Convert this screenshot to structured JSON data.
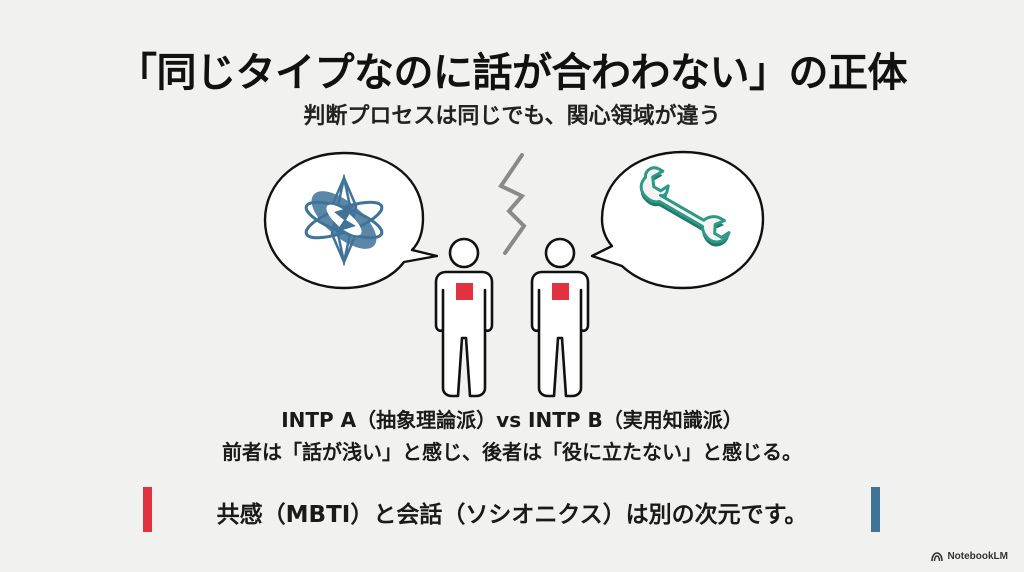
{
  "slide": {
    "title": "「同じタイプなのに話が合わわない」の正体",
    "subtitle": "判断プロセスは同じでも、関心領域が違う",
    "caption_line1": "INTP A（抽象理論派）vs INTP B（実用知識派）",
    "caption_line2": "前者は「話が浅い」と感じ、後者は「役に立たない」と感じる。",
    "callout": "共感（MBTI）と会話（ソシオニクス）は別の次元です。"
  },
  "illustration": {
    "left_bubble_icon": "atom-icon",
    "right_bubble_icon": "wrench-icon",
    "conflict_icon": "lightning-icon",
    "person_icon": "person-icon"
  },
  "colors": {
    "background": "#f1f1ef",
    "atom_blue": "#3f7398",
    "wrench_teal": "#2e9a85",
    "heart_red": "#e0333f",
    "accent_red": "#e0333f",
    "accent_blue": "#3f7398",
    "lightning_gray": "#8a8a8a",
    "outline": "#111111"
  },
  "watermark": {
    "label": "NotebookLM"
  }
}
